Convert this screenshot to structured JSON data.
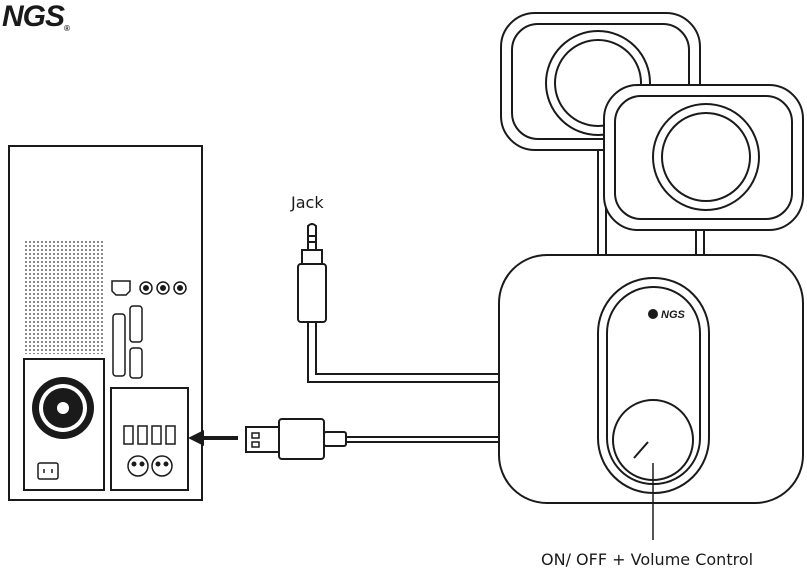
{
  "brand": {
    "logo_text": "NGS",
    "registered_mark": "®"
  },
  "device": {
    "logo_text": "NGS"
  },
  "labels": {
    "jack": "Jack",
    "volume_control": "ON/ OFF + Volume Control"
  },
  "icons": [
    "pc-tower-icon",
    "speaker-icon",
    "jack-plug-icon",
    "usb-plug-icon",
    "arrow-left-icon",
    "volume-knob-icon"
  ]
}
